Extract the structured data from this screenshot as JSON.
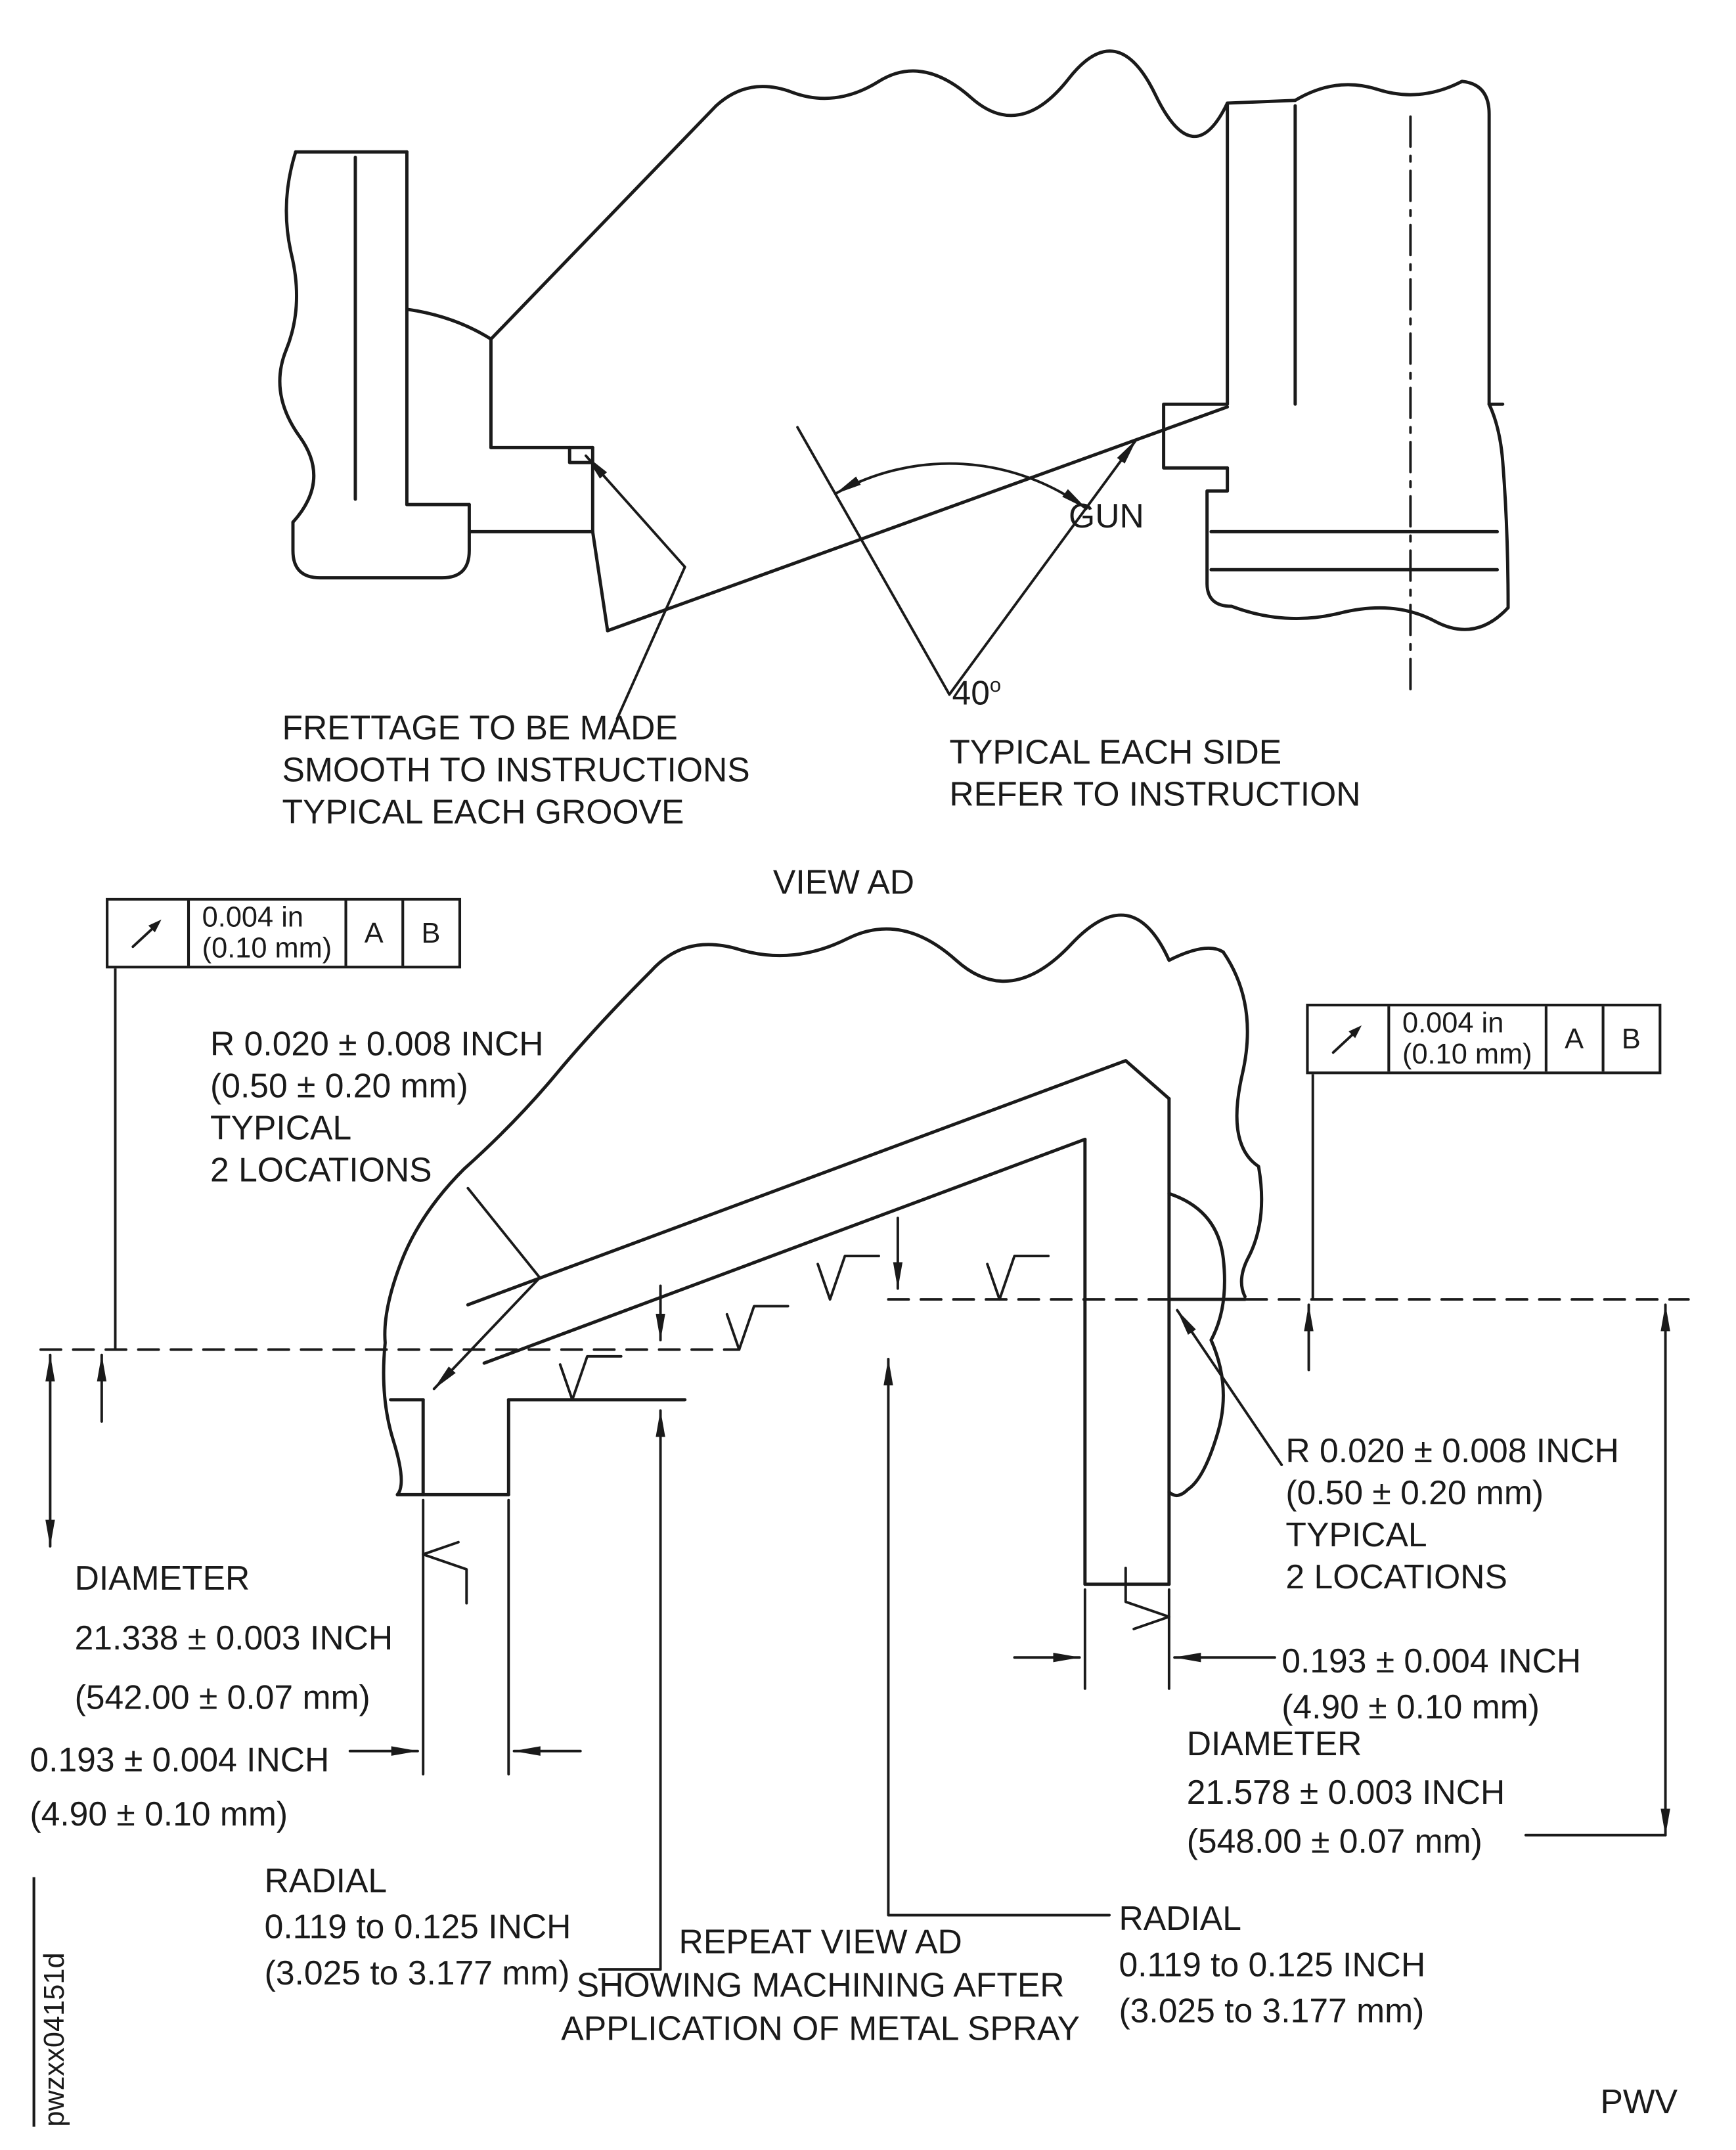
{
  "colors": {
    "ink": "#1a1a1a",
    "bg": "#ffffff"
  },
  "top_view": {
    "frettage_note": {
      "line1": "FRETTAGE TO BE MADE",
      "line2": "SMOOTH TO INSTRUCTIONS",
      "line3": "TYPICAL EACH GROOVE"
    },
    "gun_label": "GUN",
    "angle": {
      "value": "40",
      "sup": "o",
      "note1": "TYPICAL EACH SIDE",
      "note2": "REFER TO INSTRUCTION"
    },
    "view_label": "VIEW AD"
  },
  "fcf_left": {
    "tol_in": "0.004 in",
    "tol_mm": "(0.10 mm)",
    "datum_a": "A",
    "datum_b": "B"
  },
  "fcf_right": {
    "tol_in": "0.004 in",
    "tol_mm": "(0.10 mm)",
    "datum_a": "A",
    "datum_b": "B"
  },
  "bottom_view": {
    "radius_left": {
      "line1": "R 0.020 ± 0.008 INCH",
      "line2": "(0.50 ± 0.20 mm)",
      "line3": "TYPICAL",
      "line4": "2 LOCATIONS"
    },
    "radius_right": {
      "line1": "R 0.020 ± 0.008 INCH",
      "line2": "(0.50 ± 0.20 mm)",
      "line3": "TYPICAL",
      "line4": "2 LOCATIONS"
    },
    "diameter_left": {
      "line1": "DIAMETER",
      "line2": "21.338 ± 0.003 INCH",
      "line3": "(542.00 ± 0.07 mm)"
    },
    "width_left": {
      "line1": "0.193 ± 0.004 INCH",
      "line2": "(4.90 ± 0.10 mm)"
    },
    "radial_left": {
      "line1": "RADIAL",
      "line2": "0.119 to 0.125 INCH",
      "line3": "(3.025 to 3.177 mm)"
    },
    "width_right": {
      "line1": "0.193 ± 0.004 INCH",
      "line2": "(4.90 ± 0.10 mm)"
    },
    "diameter_right": {
      "line1": "DIAMETER",
      "line2": "21.578 ± 0.003 INCH",
      "line3": "(548.00 ± 0.07 mm)"
    },
    "radial_right": {
      "line1": "RADIAL",
      "line2": "0.119 to 0.125 INCH",
      "line3": "(3.025 to 3.177 mm)"
    },
    "caption": {
      "line1": "REPEAT VIEW AD",
      "line2": "SHOWING MACHINING AFTER",
      "line3": "APPLICATION OF METAL SPRAY"
    }
  },
  "footer": {
    "doc_id": "pwzxx04151d",
    "page_code": "PWV"
  }
}
